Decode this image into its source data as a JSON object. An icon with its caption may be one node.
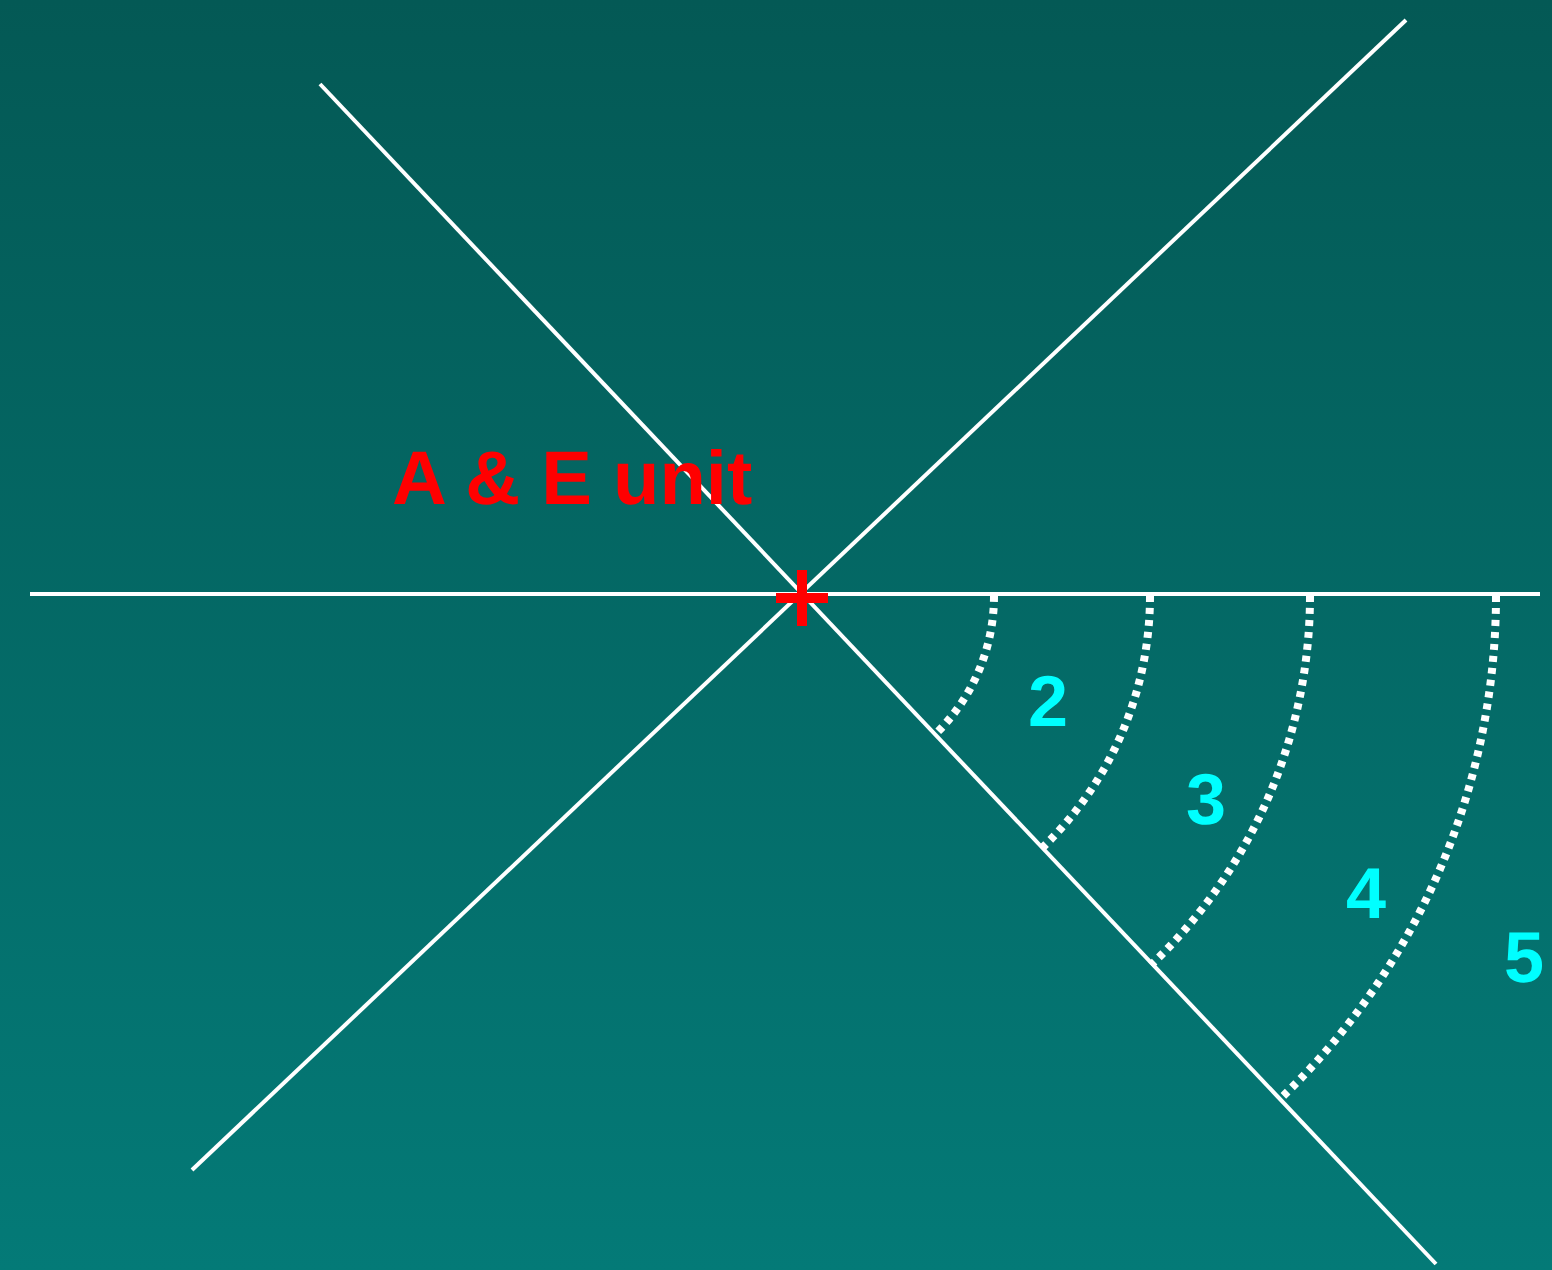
{
  "diagram": {
    "labels": [
      "A & E unit",
      "2",
      "3",
      "4",
      "5"
    ]
  }
}
